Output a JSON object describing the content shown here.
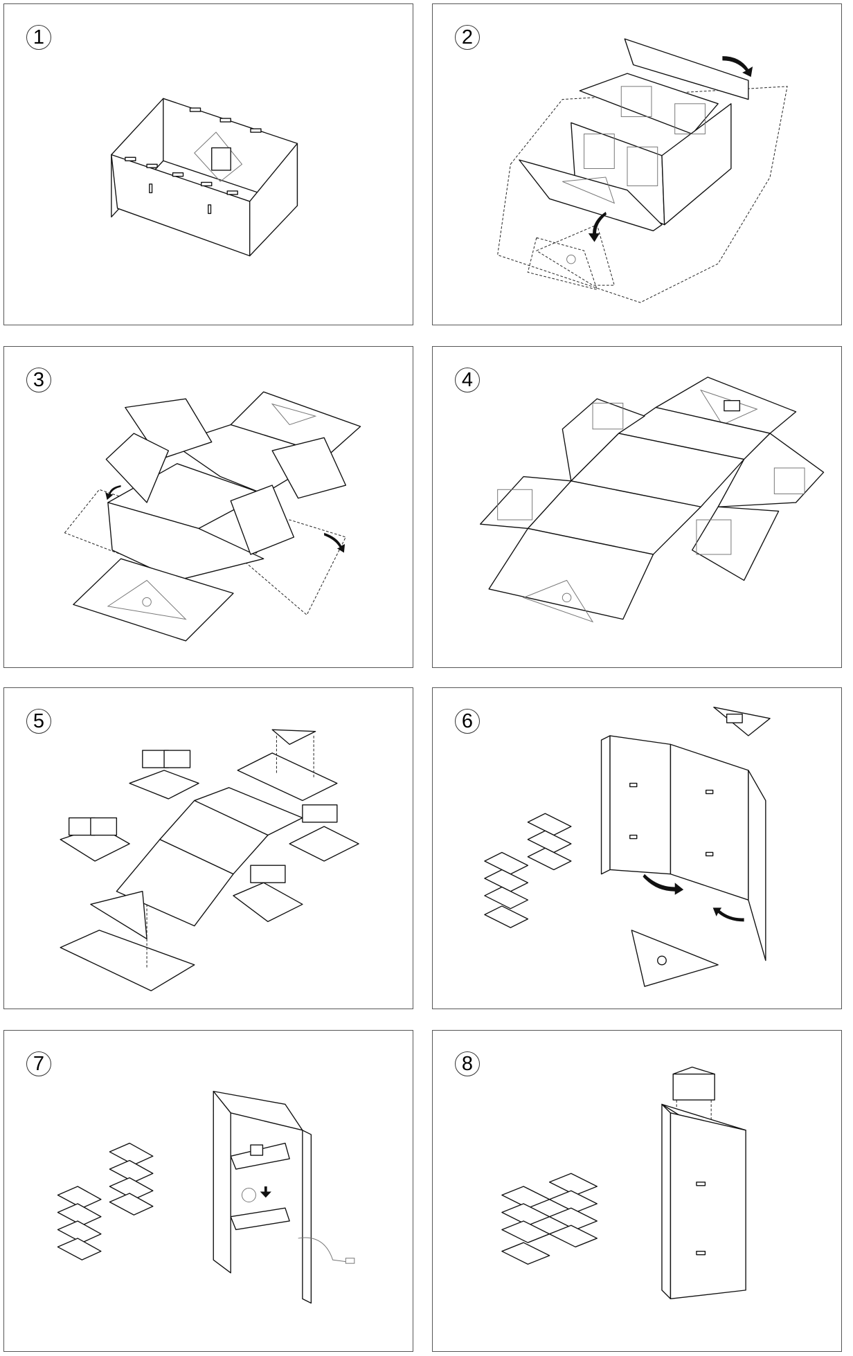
{
  "steps": [
    {
      "number": "1"
    },
    {
      "number": "2"
    },
    {
      "number": "3"
    },
    {
      "number": "4"
    },
    {
      "number": "5"
    },
    {
      "number": "6"
    },
    {
      "number": "7"
    },
    {
      "number": "8"
    }
  ],
  "colors": {
    "line": "#111111",
    "frame": "#555555",
    "background": "#ffffff"
  }
}
